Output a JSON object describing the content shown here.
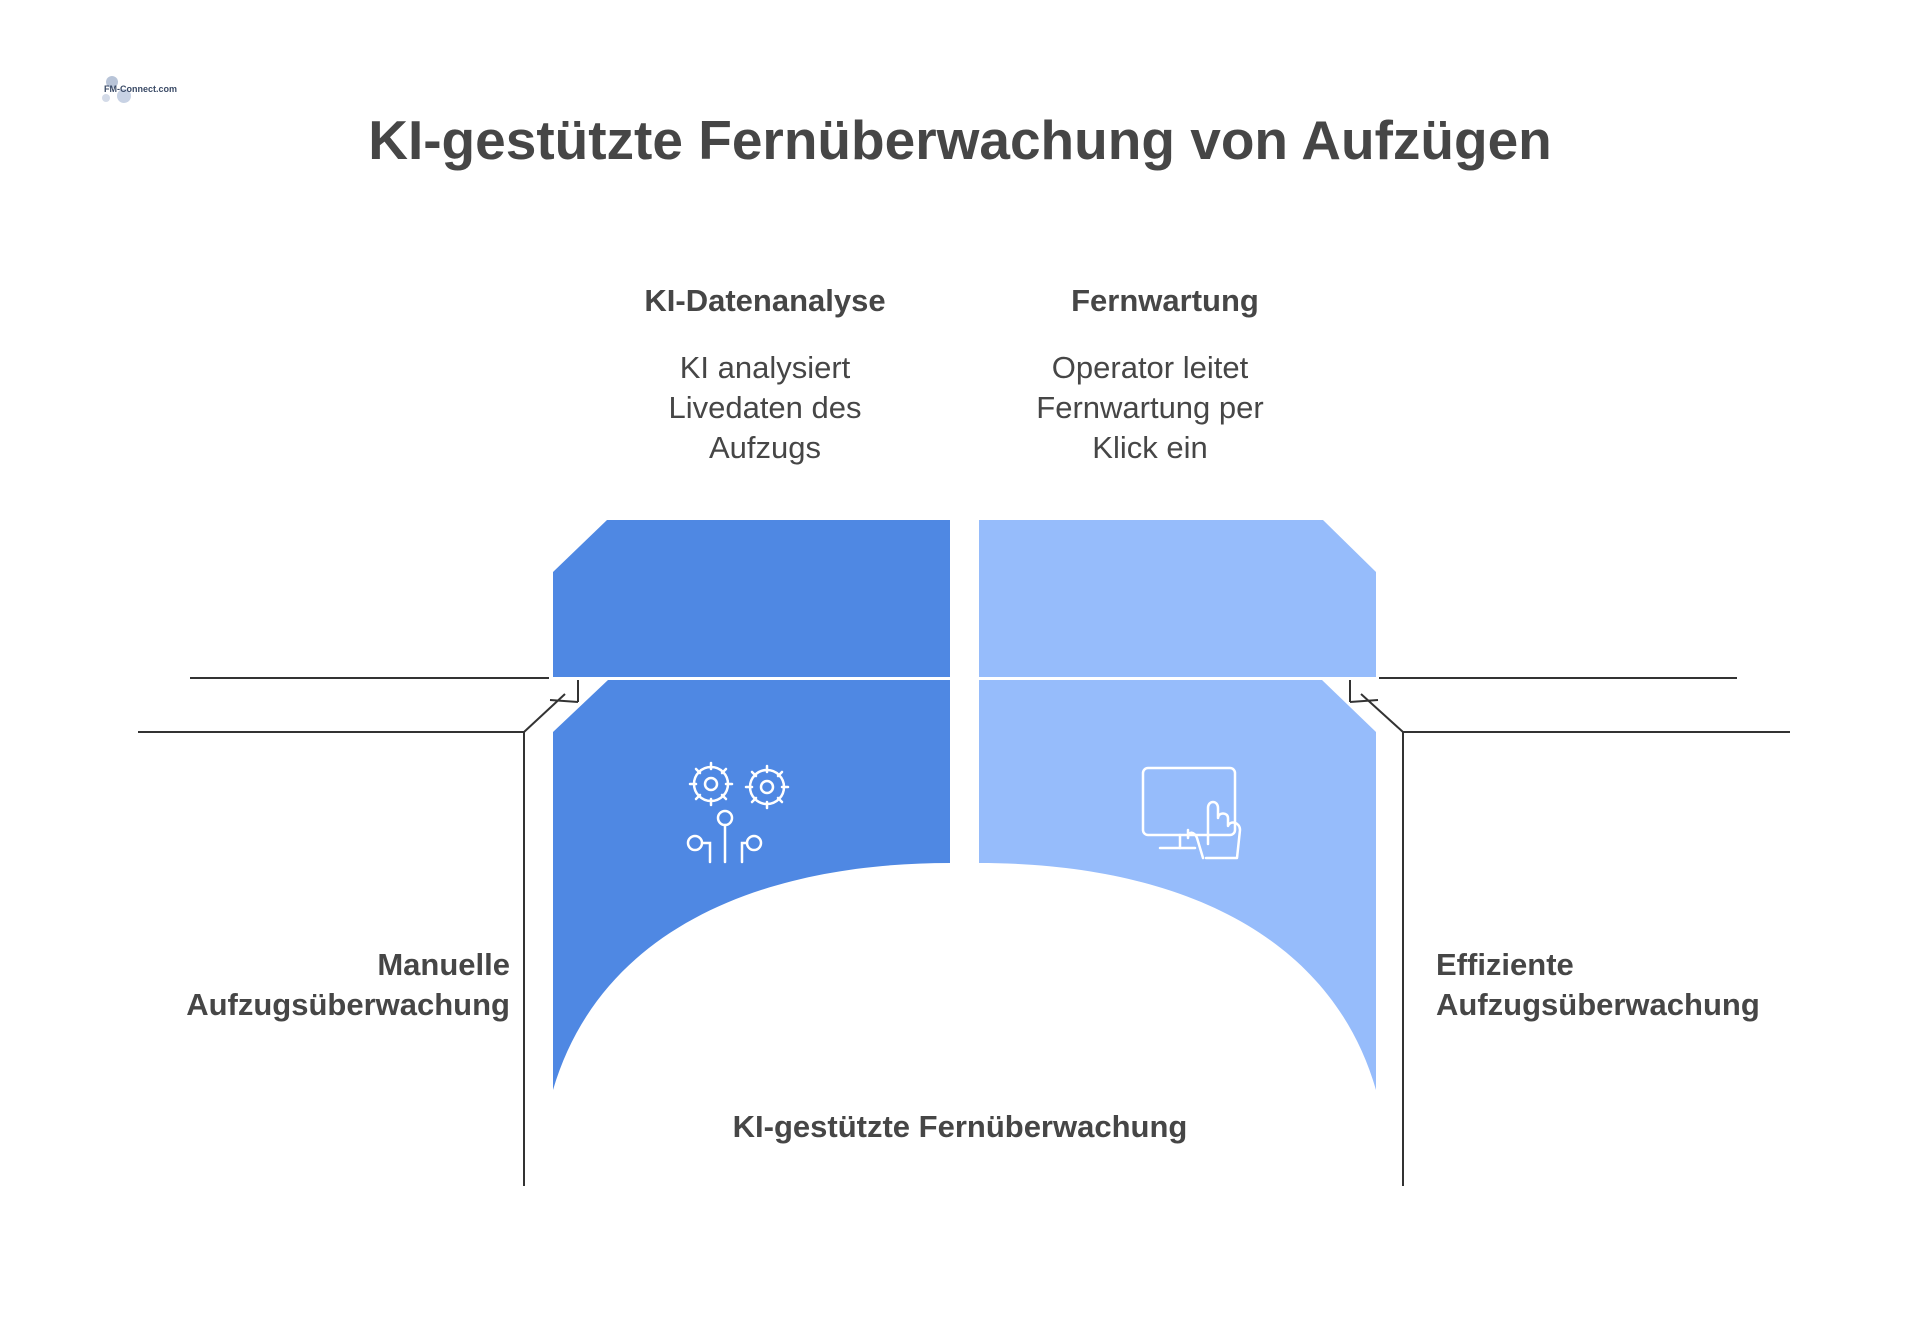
{
  "title": "KI-gestützte Fernüberwachung von Aufzügen",
  "logo": {
    "text": "FM-Connect.com"
  },
  "left_block": {
    "heading": "KI-Datenanalyse",
    "description": "KI analysiert Livedaten des Aufzugs",
    "icon": "gears-circuit-icon",
    "color": "#4F88E3"
  },
  "right_block": {
    "heading": "Fernwartung",
    "description": "Operator leitet Fernwartung per Klick ein",
    "icon": "touch-monitor-icon",
    "color": "#96BCFB"
  },
  "left_label": "Manuelle Aufzugsüberwachung",
  "right_label": "Effiziente Aufzugsüberwachung",
  "bottom_label": "KI-gestützte Fernüberwachung",
  "colors": {
    "text": "#464646",
    "line": "#333333"
  }
}
